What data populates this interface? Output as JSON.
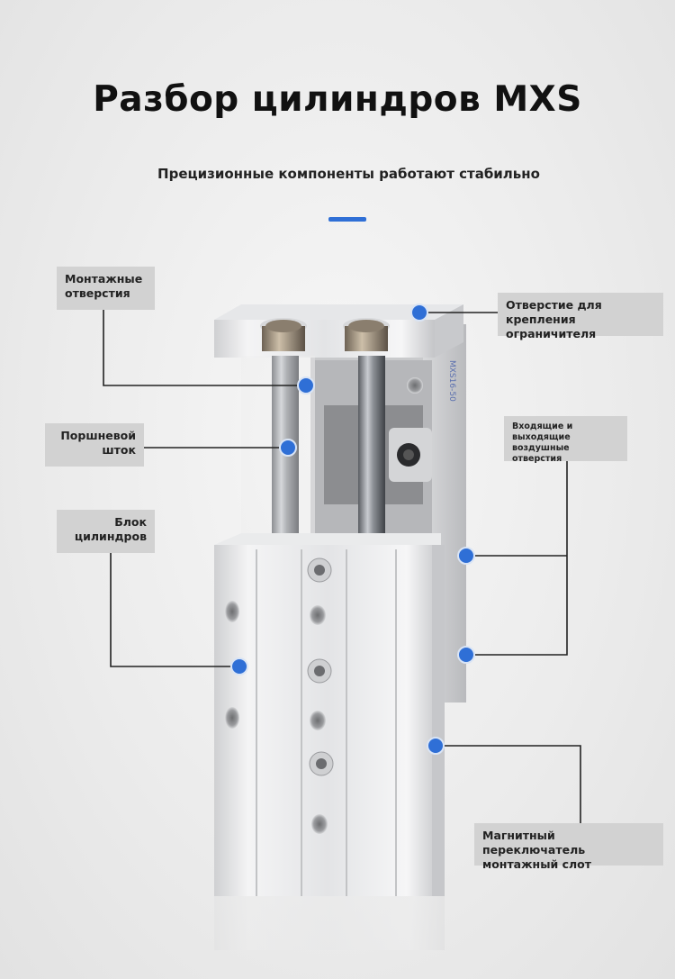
{
  "header": {
    "title": "Разбор цилиндров MXS",
    "subtitle": "Прецизионные компоненты работают стабильно"
  },
  "accent_color": "#2f6fd6",
  "product_engraving": "MXS16-50",
  "callouts": {
    "mounting_holes": "Монтажные\nотверстия",
    "piston_rod": "Поршневой\nшток",
    "cylinder_block": "Блок\nцилиндров",
    "stopper_hole": "Отверстие для\nкрепления ограничителя",
    "air_ports": "Входящие и\nвыходящие\nвоздушные отверстия",
    "switch_slot": "Магнитный переключатель\nмонтажный слот"
  }
}
